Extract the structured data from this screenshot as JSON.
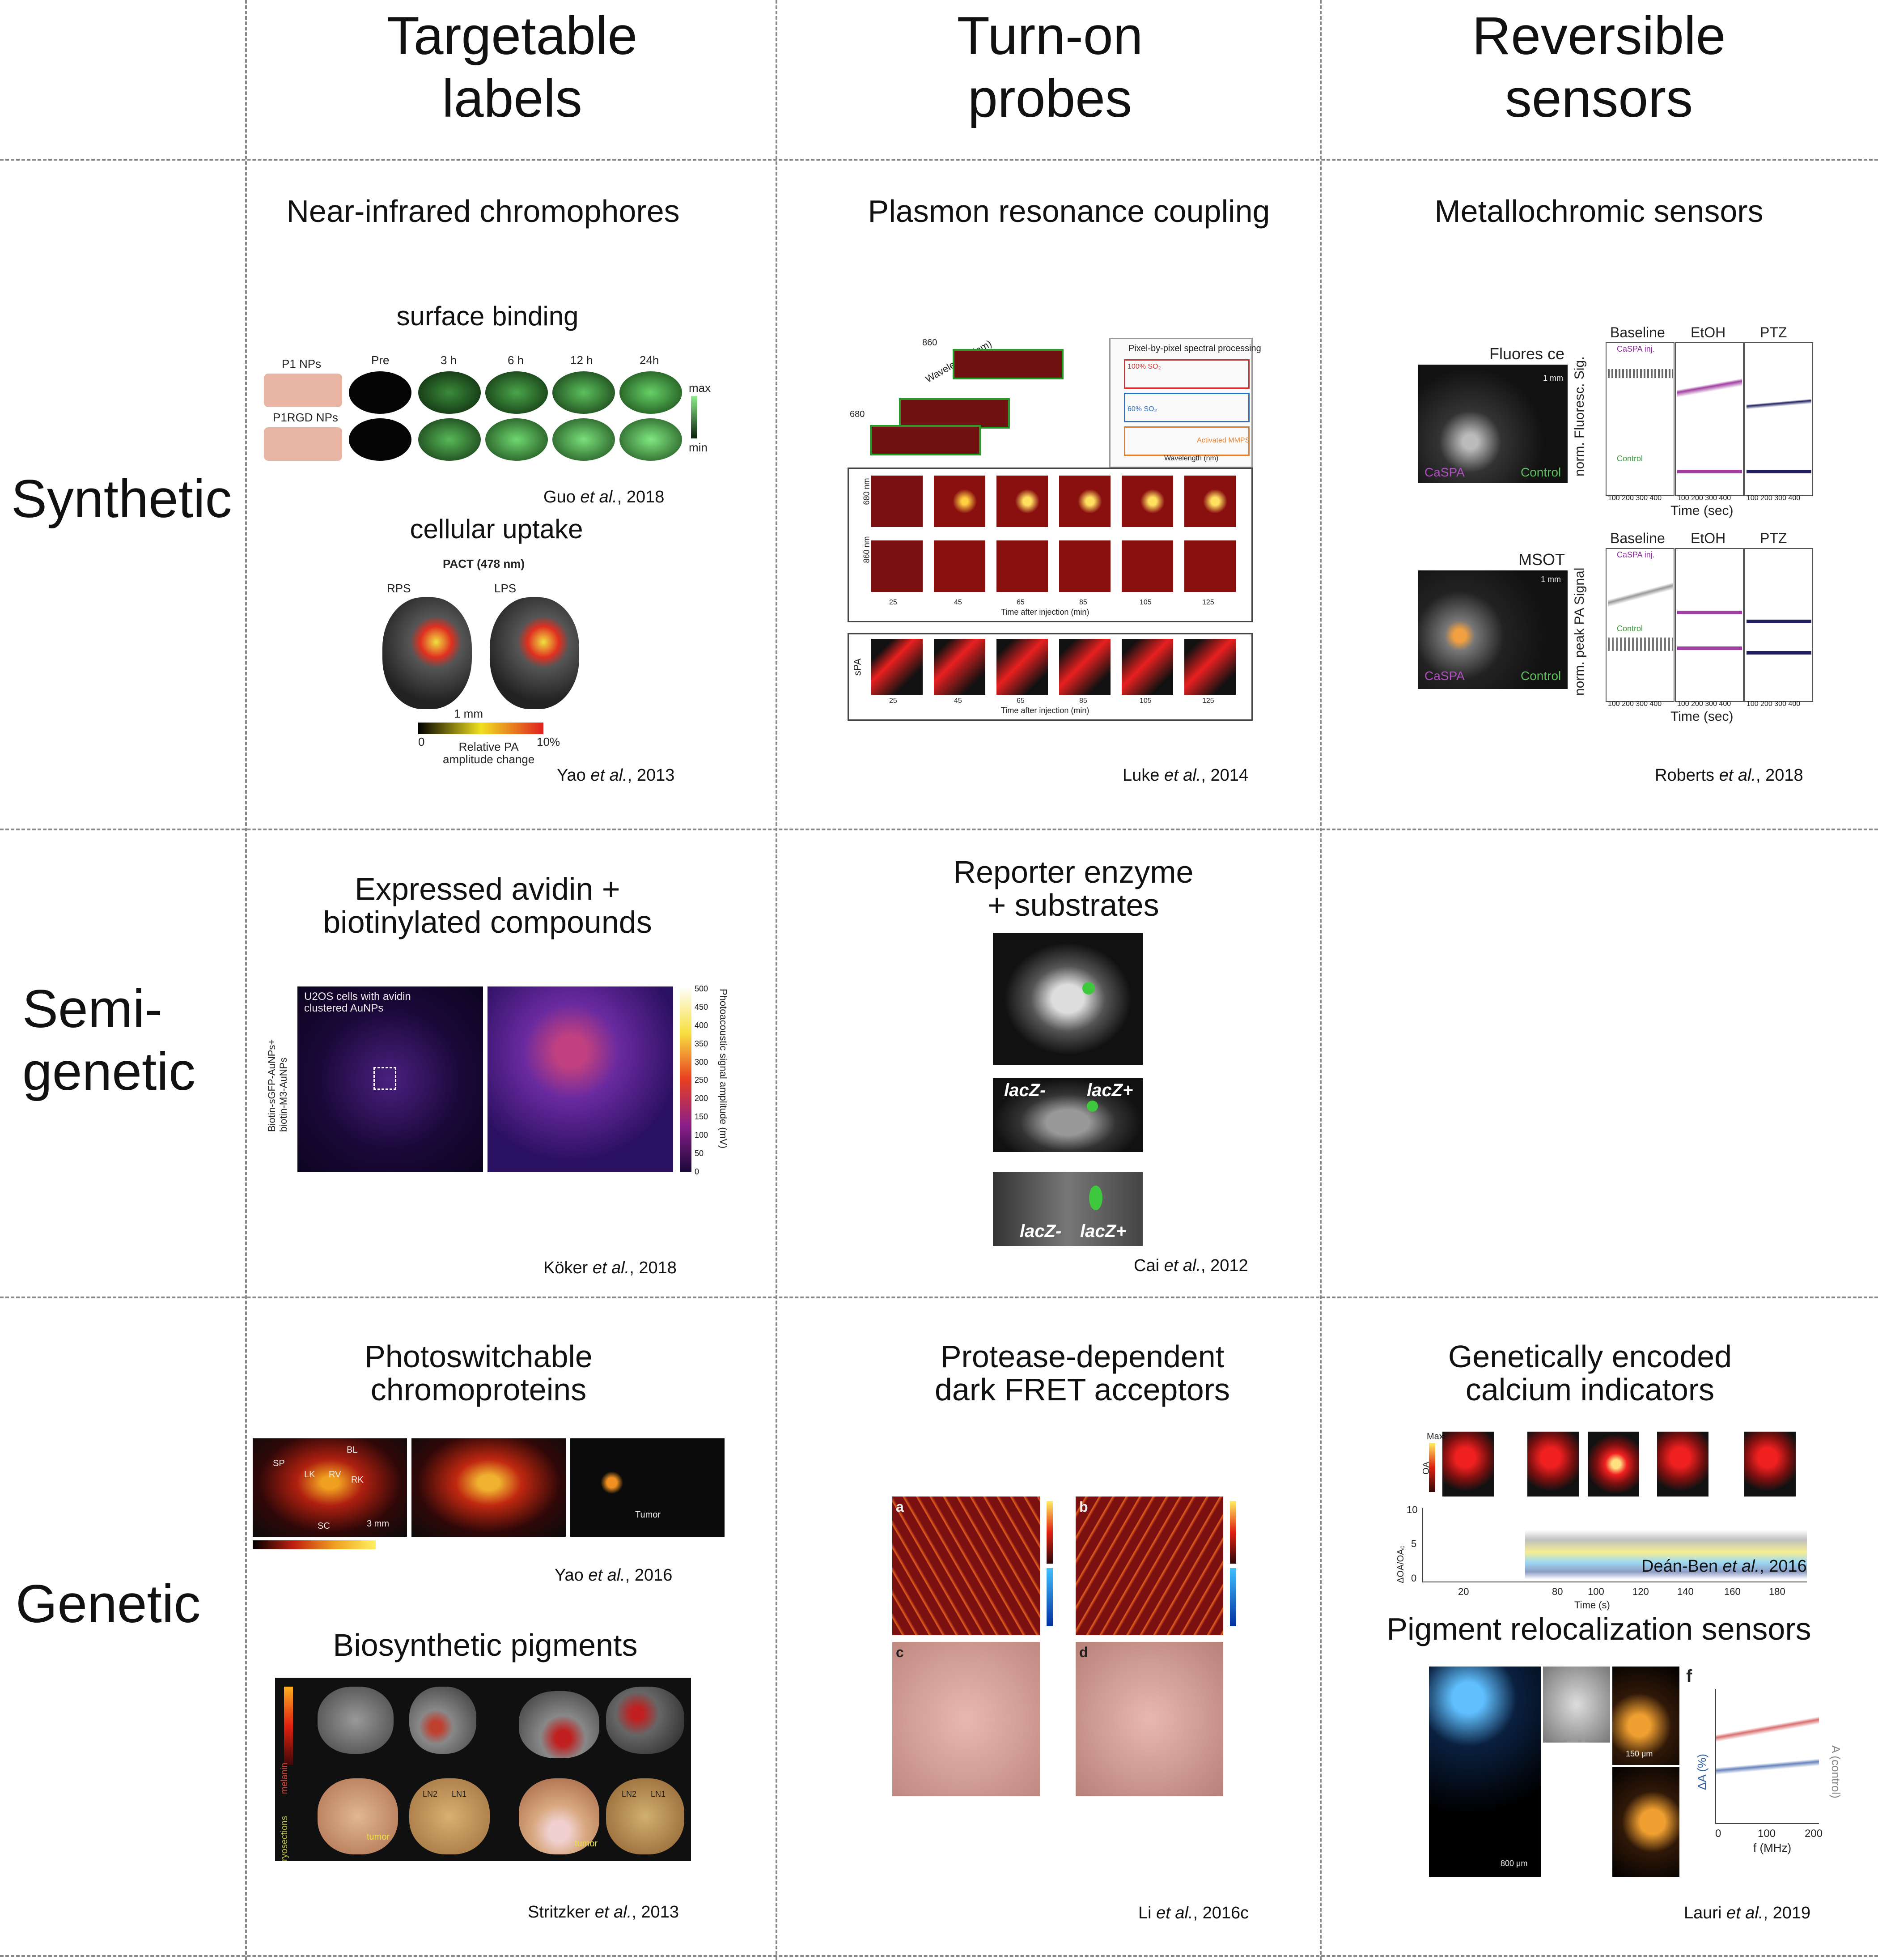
{
  "columns": [
    "Targetable\nlabels",
    "Turn-on\nprobes",
    "Reversible\nsensors"
  ],
  "rows": [
    "Synthetic",
    "Semi-\ngenetic",
    "Genetic"
  ],
  "panels": {
    "synthetic_labels": {
      "title": "Near-infrared chromophores",
      "sub1": "surface binding",
      "sub2": "cellular uptake",
      "cite1_author": "Guo",
      "cite1_year": ", 2018",
      "cite2_author": "Yao",
      "cite2_year": ", 2013",
      "fig1_labels": {
        "p1": "P1 NPs",
        "p1rgd": "P1RGD  NPs",
        "pre": "Pre",
        "t3": "3 h",
        "t6": "6 h",
        "t12": "12 h",
        "t24": "24h",
        "max": "max",
        "min": "min"
      },
      "fig2_labels": {
        "pact": "PACT (478 nm)",
        "rps": "RPS",
        "lps": "LPS",
        "scale": "1 mm",
        "c0": "0",
        "c10": "10%",
        "cbar": "Relative PA\namplitude change"
      }
    },
    "synthetic_probes": {
      "title": "Plasmon resonance coupling",
      "cite_author": "Luke",
      "cite_year": ", 2014",
      "labels": {
        "wavelength": "Wavelength (nm)",
        "proc": "Pixel-by-pixel spectral processing",
        "so2_100": "100% SO₂",
        "so2_60": "60% SO₂",
        "mmp": "Activated MMPS",
        "axis": "Wavelength (nm)",
        "time": "Time after injection (min)",
        "time2": "Time after injection (min)",
        "r680": "680 nm",
        "r860": "860 nm",
        "spa": "sPA",
        "wl_top": "860",
        "wl_bot": "680"
      },
      "ticks": [
        "25",
        "45",
        "65",
        "85",
        "105",
        "125"
      ]
    },
    "synthetic_sensors": {
      "title": "Metallochromic sensors",
      "cite_author": "Roberts",
      "cite_year": ", 2018",
      "labels": {
        "fluor": "Fluores       ce",
        "msot": "MSOT",
        "caspa": "CaSPA",
        "control": "Control",
        "mm": "1 mm",
        "baseline": "Baseline",
        "etoh": "EtOH",
        "ptz": "PTZ",
        "y1": "norm. Fluoresc. Sig.",
        "y2": "norm. peak PA Signal",
        "x": "Time (sec)",
        "caspa_inj": "CaSPA inj.",
        "control2": "Control",
        "ticks": "100 200 300 400"
      }
    },
    "semi_labels": {
      "title": "Expressed avidin +\nbiotinylated compounds",
      "cite_author": "Köker",
      "cite_year": ", 2018",
      "labels": {
        "inset": "U2OS cells with avidin\nclustered AuNPs",
        "ylab": "Biotin-sGFP-AuNPs+\nbiotin-M3-AuNPs",
        "cbar": "Photoacoustic signal amplitude (mV)"
      },
      "cbar_ticks": [
        "500",
        "450",
        "400",
        "350",
        "300",
        "250",
        "200",
        "150",
        "100",
        "50",
        "0"
      ]
    },
    "semi_probes": {
      "title": "Reporter enzyme\n+ substrates",
      "cite_author": "Cai",
      "cite_year": ", 2012",
      "labels": {
        "lzm1": "lacZ-",
        "lzp1": "lacZ+",
        "lzm2": "lacZ-",
        "lzp2": "lacZ+"
      }
    },
    "gen_labels": {
      "title1": "Photoswitchable\nchromoproteins",
      "title2": "Biosynthetic pigments",
      "cite1_author": "Yao",
      "cite1_year": ", 2016",
      "cite2_author": "Stritzker",
      "cite2_year": ", 2013",
      "labels": {
        "sp": "SP",
        "bl": "BL",
        "lk": "LK",
        "rv": "RV",
        "rk": "RK",
        "sc": "SC",
        "mm": "3 mm",
        "tumor": "Tumor",
        "melanin": "melanin",
        "cryo": "cryosections",
        "tumor2": "tumor",
        "tumor3": "tumor",
        "ln1": "LN1",
        "ln2": "LN2",
        "ln1b": "LN1",
        "ln2b": "LN2"
      }
    },
    "gen_probes": {
      "title": "Protease-dependent\ndark FRET acceptors",
      "cite_author": "Li",
      "cite_year": ", 2016c",
      "labels": {
        "a": "a",
        "b": "b",
        "c": "c",
        "d": "d"
      }
    },
    "gen_sensors": {
      "title1": "Genetically encoded\ncalcium indicators",
      "title2": "Pigment relocalization sensors",
      "cite1_author": "Deán-Ben",
      "cite1_year": ", 2016",
      "cite2_author": "Lauri",
      "cite2_year": ", 2019",
      "labels": {
        "max": "Max",
        "oa": "OA",
        "y": "ΔOA/OA₀",
        "x": "Time (s)",
        "fmhz": "f (MHz)",
        "da": "ΔA (%)",
        "ac": "A (control)",
        "f": "f",
        "um150": "150 μm",
        "um800": "800 μm"
      },
      "xticks": [
        "20",
        "80",
        "100",
        "120",
        "140",
        "160",
        "180"
      ],
      "yticks": [
        "10",
        "5",
        "0"
      ],
      "fticks": [
        "0",
        "100",
        "200"
      ]
    }
  },
  "colors": {
    "grid": "#888888",
    "green": "#3ec83e",
    "red": "#e8231a",
    "purple": "#8b2c9a"
  }
}
